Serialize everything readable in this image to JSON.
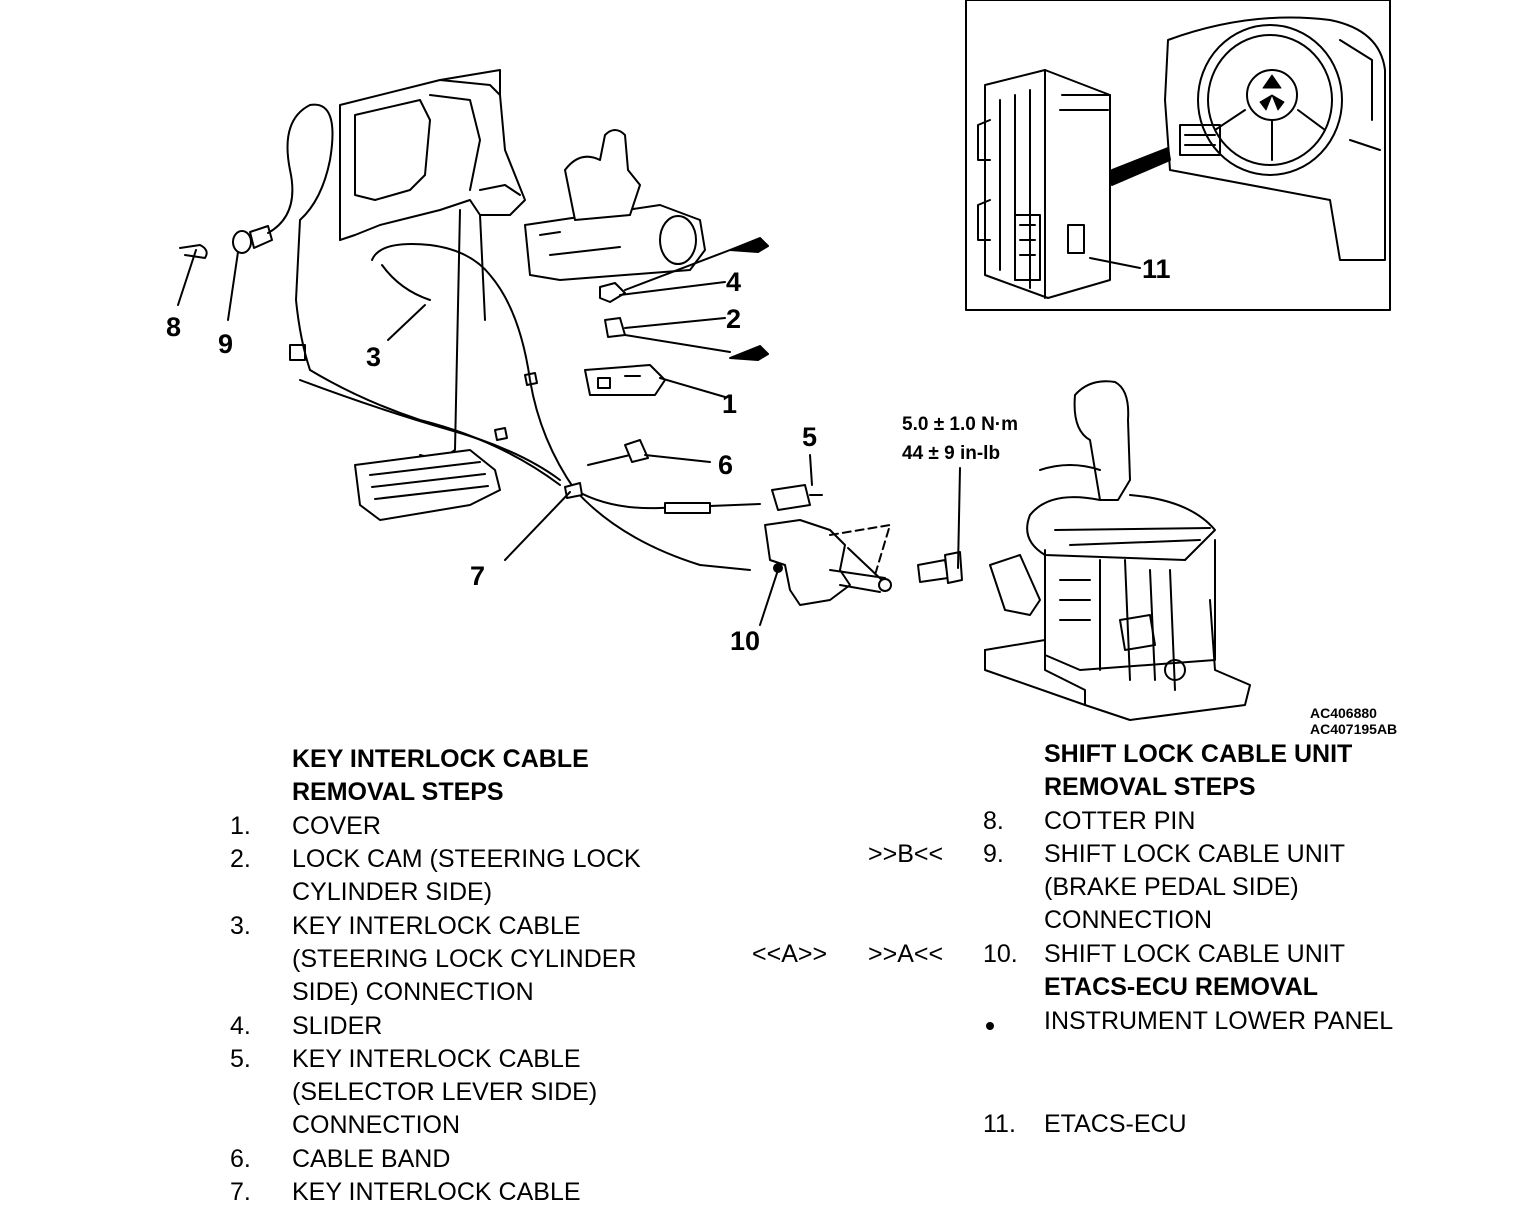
{
  "diagram": {
    "callouts": [
      "1",
      "2",
      "3",
      "4",
      "5",
      "6",
      "7",
      "8",
      "9",
      "10",
      "11"
    ],
    "torque": [
      "5.0 ± 1.0 N·m",
      "44 ± 9 in-lb"
    ],
    "codes": [
      "AC406880",
      "AC407195AB"
    ]
  },
  "left_procedure": {
    "title_line1": "KEY INTERLOCK CABLE",
    "title_line2": "REMOVAL STEPS",
    "steps": [
      {
        "num": "1.",
        "lines": [
          "COVER"
        ]
      },
      {
        "num": "2.",
        "lines": [
          "LOCK CAM (STEERING LOCK",
          "CYLINDER SIDE)"
        ]
      },
      {
        "num": "3.",
        "lines": [
          "KEY INTERLOCK CABLE",
          "(STEERING LOCK CYLINDER",
          "SIDE) CONNECTION"
        ]
      },
      {
        "num": "4.",
        "lines": [
          "SLIDER"
        ]
      },
      {
        "num": "5.",
        "lines": [
          "KEY INTERLOCK CABLE",
          "(SELECTOR LEVER SIDE)",
          "CONNECTION"
        ]
      },
      {
        "num": "6.",
        "lines": [
          "CABLE BAND"
        ]
      },
      {
        "num": "7.",
        "lines": [
          "KEY INTERLOCK CABLE"
        ]
      }
    ]
  },
  "right_procedure": {
    "title_line1": "SHIFT LOCK CABLE UNIT",
    "title_line2": "REMOVAL STEPS",
    "steps": [
      {
        "num": "8.",
        "lines": [
          "COTTER PIN"
        ]
      },
      {
        "num": "9.",
        "lines": [
          "SHIFT LOCK CABLE UNIT",
          "(BRAKE PEDAL SIDE)",
          "CONNECTION"
        ]
      },
      {
        "num": "10.",
        "lines": [
          "SHIFT LOCK CABLE UNIT"
        ]
      }
    ],
    "ecu_title": "ETACS-ECU REMOVAL",
    "ecu_bullet": "INSTRUMENT LOWER PANEL",
    "ecu_step_num": "11.",
    "ecu_step": "ETACS-ECU"
  },
  "refs": {
    "step9_install": ">>B<<",
    "step10_removal": "<<A>>",
    "step10_install": ">>A<<"
  }
}
